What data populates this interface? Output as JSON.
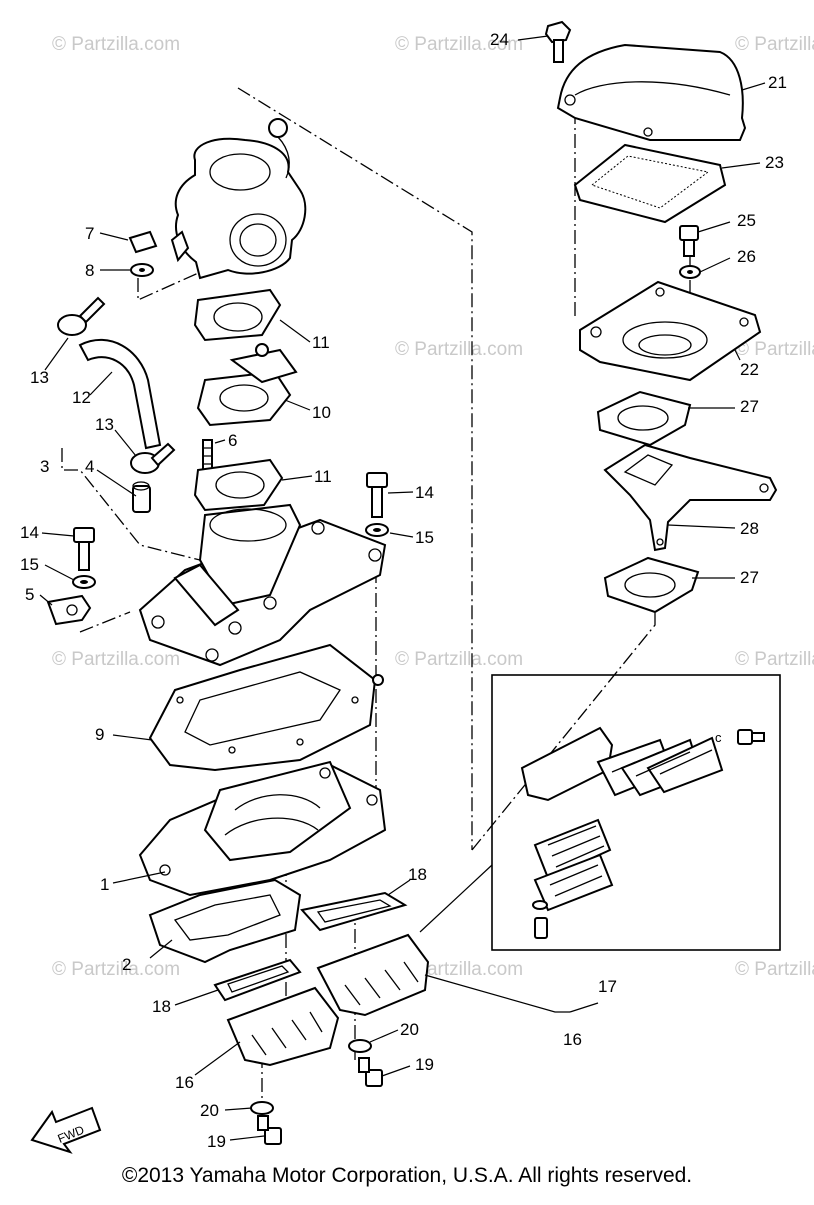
{
  "watermark": "© Partzilla.com",
  "fwd_label": "FWD",
  "copyright": "©2013  Yamaha Motor Corporation, U.S.A. All rights reserved.",
  "callouts": {
    "c1": "1",
    "c2": "2",
    "c3": "3",
    "c4": "4",
    "c5": "5",
    "c6": "6",
    "c7": "7",
    "c8": "8",
    "c9": "9",
    "c10": "10",
    "c11a": "11",
    "c11b": "11",
    "c12": "12",
    "c13a": "13",
    "c13b": "13",
    "c14a": "14",
    "c14b": "14",
    "c15a": "15",
    "c15b": "15",
    "c16a": "16",
    "c16b": "16",
    "c17": "17",
    "c18a": "18",
    "c18b": "18",
    "c19a": "19",
    "c19b": "19",
    "c20a": "20",
    "c20b": "20",
    "c21": "21",
    "c22": "22",
    "c23": "23",
    "c24": "24",
    "c25": "25",
    "c26": "26",
    "c27a": "27",
    "c27b": "27",
    "c28": "28"
  }
}
